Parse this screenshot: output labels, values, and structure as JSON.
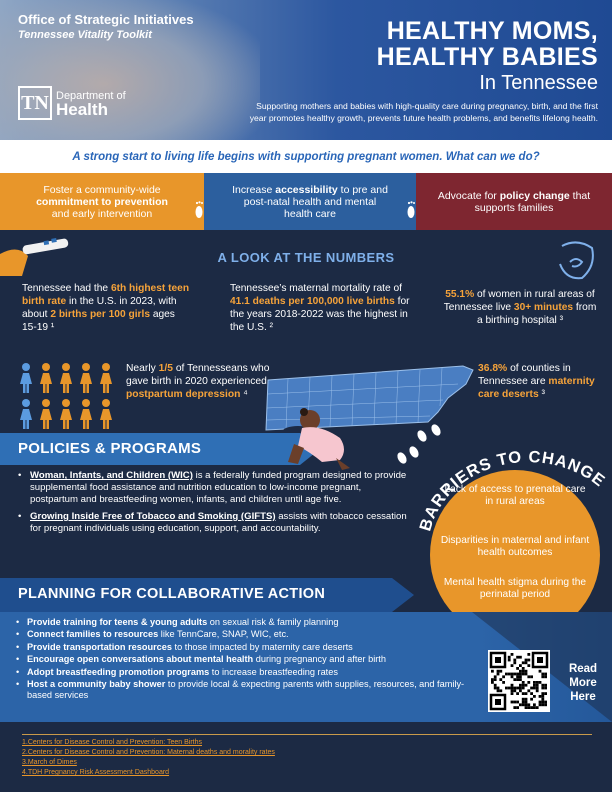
{
  "header": {
    "org": "Office of Strategic Initiatives",
    "toolkit": "Tennessee Vitality Toolkit",
    "title_line1": "HEALTHY MOMS,",
    "title_line2": "HEALTHY BABIES",
    "title_line3": "In Tennessee",
    "logo_letters": "TN",
    "logo_dept": "Department of",
    "logo_health": "Health",
    "intro_line1": "Supporting mothers and babies with high-quality care during pregnancy, birth, and the first",
    "intro_line2": "year promotes healthy growth, prevents future health problems, and benefits lifelong health."
  },
  "banner": "A strong start to living life begins with supporting pregnant women. What can we do?",
  "boxes": {
    "b1_a": "Foster a community-wide",
    "b1_b": "commitment to prevention",
    "b1_c": "and early intervention",
    "b2_a": "Increase",
    "b2_b": "accessibility",
    "b2_c": " to pre and post-natal health and mental health care",
    "b3_a": "Advocate for ",
    "b3_b": "policy change",
    "b3_c": " that supports families"
  },
  "numbers": {
    "title": "A LOOK AT THE NUMBERS",
    "s1_a": "Tennessee had the ",
    "s1_b": "6th highest teen birth rate",
    "s1_c": " in the U.S. in 2023, with about ",
    "s1_d": "2 births per 100 girls",
    "s1_e": " ages 15-19 ¹",
    "s2_a": "Tennessee’s maternal mortality rate of ",
    "s2_b": "41.1 deaths per 100,000 live births",
    "s2_c": " for the years 2018-2022 was the highest in the U.S. ²",
    "s3_a": "55.1%",
    "s3_b": " of women in rural areas of Tennessee live ",
    "s3_c": "30+ minutes",
    "s3_d": " from a birthing hospital ³"
  },
  "ppd": {
    "a": "Nearly ",
    "b": "1/5",
    "c": " of Tennesseans who gave birth in 2020 experienced ",
    "d": "postpartum depression",
    "e": " ⁴",
    "counties_a": "36.8%",
    "counties_b": " of counties in Tennessee are ",
    "counties_c": "maternity care deserts",
    "counties_d": " ³"
  },
  "policies": {
    "title": "POLICIES & PROGRAMS",
    "p1_name": "Woman, Infants, and Children (WIC)",
    "p1_text": " is a federally funded program designed to provide supplemental food assistance and nutrition education to low-income pregnant, postpartum and breastfeeding women, infants, and children until age five.",
    "p2_name": "Growing Inside Free of Tobacco and Smoking (GIFTS)",
    "p2_text": " assists with tobacco cessation for pregnant individuals using education, support, and accountability."
  },
  "barriers": {
    "title": "BARRIERS TO CHANGE",
    "b1": "Lack of access to prenatal care in rural areas",
    "b2": "Disparities in maternal and infant health outcomes",
    "b3": "Mental health stigma during the perinatal period"
  },
  "planning": {
    "title": "PLANNING FOR COLLABORATIVE ACTION",
    "items": [
      {
        "bold": "Provide training for teens & young adults",
        "text": " on sexual risk & family planning"
      },
      {
        "bold": "Connect families to resources",
        "text": " like TennCare, SNAP, WIC, etc."
      },
      {
        "bold": "Provide transportation resources",
        "text": " to those impacted by maternity care deserts"
      },
      {
        "bold": "Encourage open conversations about mental health",
        "text": " during pregnancy and after birth"
      },
      {
        "bold": "Adopt breastfeeding promotion programs",
        "text": " to increase breastfeeding rates"
      },
      {
        "bold": "Host a community baby shower",
        "text": " to provide local & expecting parents with supplies, resources, and family-based services"
      }
    ],
    "read_more": "Read More Here"
  },
  "refs": [
    "1.Centers for Disease Control and Prevention: Teen Births",
    "2.Centers for Disease Control and Prevention: Maternal deaths and morality rates",
    "3.March of Dimes",
    "4.TDH Pregnancy Risk Assessment Dashboard"
  ],
  "colors": {
    "navy": "#1c2a44",
    "orange": "#e8962a",
    "blue": "#2f6fb5",
    "maroon": "#7e2630",
    "highlight": "#f6a33a"
  }
}
